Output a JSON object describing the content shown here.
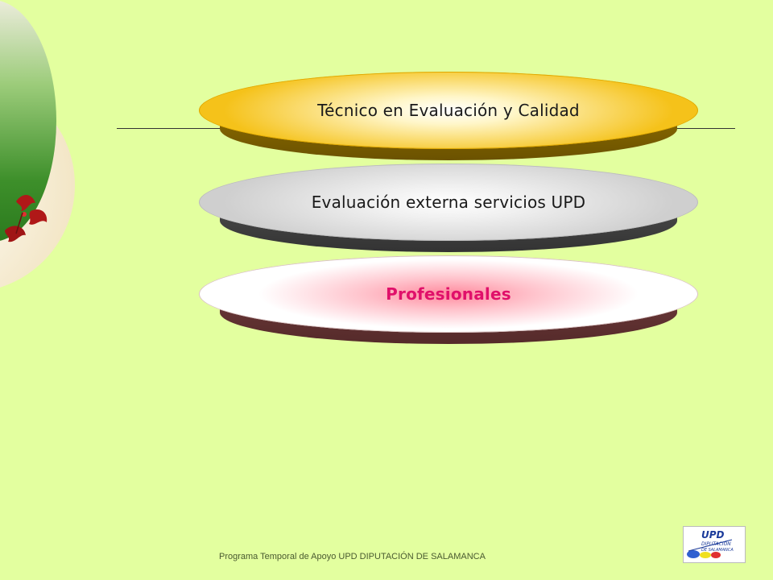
{
  "slide": {
    "items": [
      {
        "label": "Técnico en Evaluación y Calidad"
      },
      {
        "label": "Evaluación externa servicios UPD"
      },
      {
        "label": "Profesionales"
      }
    ],
    "footer": "Programa Temporal de Apoyo UPD DIPUTACIÓN DE SALAMANCA",
    "logo": {
      "title": "UPD",
      "line1": "DIPUTACIÓN",
      "line2": "DE SALAMANCA"
    }
  },
  "colors": {
    "background": "#e3ff9f",
    "accent_pink": "#e0106a",
    "gold": "#f5c21a",
    "gray": "#cfcfcf"
  },
  "icons": [
    "holly-leaves-icon",
    "upd-logo"
  ]
}
